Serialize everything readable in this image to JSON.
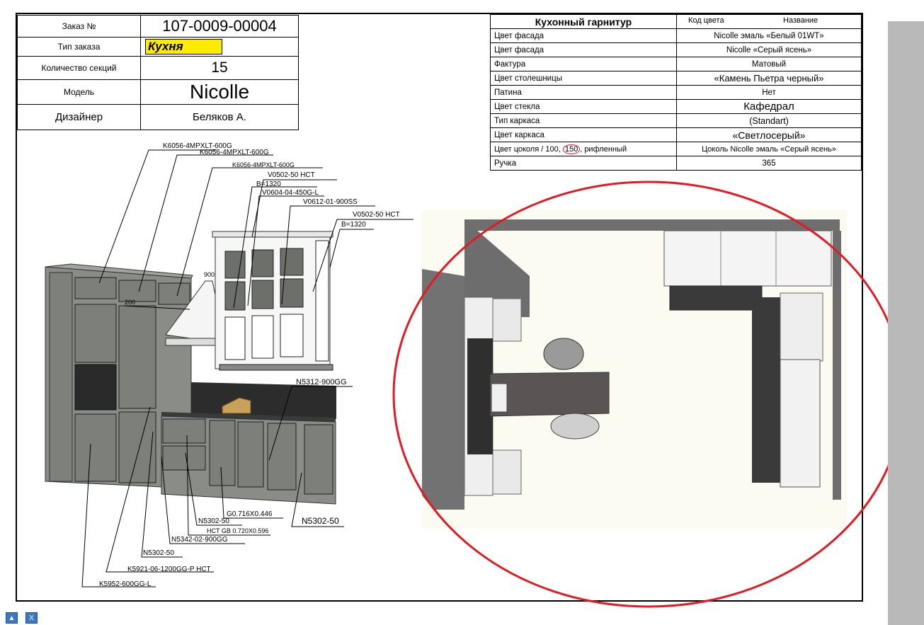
{
  "order_info": {
    "order_label": "Заказ №",
    "order_number": "107-0009-00004",
    "type_label": "Тип заказа",
    "type_value": "Кухня",
    "sections_label": "Количество секций",
    "sections_value": "15",
    "model_label": "Модель",
    "model_value": "Nicolle",
    "designer_label": "Дизайнер",
    "designer_value": "Беляков А."
  },
  "spec": {
    "header": {
      "title": "Кухонный гарнитур",
      "code_label": "Код цвета",
      "name_label": "Название"
    },
    "rows": [
      {
        "label": "Цвет фасада",
        "value": "Nicolle эмаль «Белый 01WT»"
      },
      {
        "label": "Цвет фасада",
        "value": "Nicolle «Серый ясень»"
      },
      {
        "label": "Фактура",
        "value": "Матовый"
      },
      {
        "label": "Цвет столешницы",
        "value": "«Камень Пьетра черный»"
      },
      {
        "label": "Патина",
        "value": "Нет"
      },
      {
        "label": "Цвет стекла",
        "value": "Кафедрал"
      },
      {
        "label": "Тип каркаса",
        "value": "(Standart)"
      },
      {
        "label": "Цвет каркаса",
        "value": "«Светлосерый»"
      },
      {
        "label_prefix": "Цвет цоколя / 100,",
        "label_circled": "150",
        "label_suffix": "рифленный",
        "value": "Цоколь Nicolle эмаль «Серый ясень»"
      },
      {
        "label": "Ручка",
        "value": "365"
      }
    ]
  },
  "part_labels": {
    "p1": "K6056-4MPXLT-600G",
    "p2": "K6056-4MPXLT-600G",
    "p3": "K6056-4MPXLT-600G",
    "p4": "V0502-50 HCT",
    "p5": "B=1320",
    "p6": "V0604-04-450G-L",
    "p7": "V0612-01-900SS",
    "p8": "V0502-50 HCT",
    "p9": "B=1320",
    "p10": "N5312-900GG",
    "p11": "G0.716X0.446",
    "p12": "N5302-50",
    "p13": "HCT GB 0.720X0.596",
    "p14": "N5342-02-900GG",
    "p15": "N5302-50",
    "p16": "N5302-50",
    "p17": "K5921-06-1200GG-P HCT",
    "p18": "K5952-600GG-L",
    "dim_900": "900",
    "dim_200": "200"
  },
  "navigation": {
    "up_label": "▲",
    "close_label": "X"
  },
  "colors": {
    "highlight": "#ffeb00",
    "markup_red": "#e01b24",
    "cabinet_gray": "#7c7f7a",
    "scrollbar": "#b9b9b9",
    "nav_blue": "#3d78c4"
  }
}
